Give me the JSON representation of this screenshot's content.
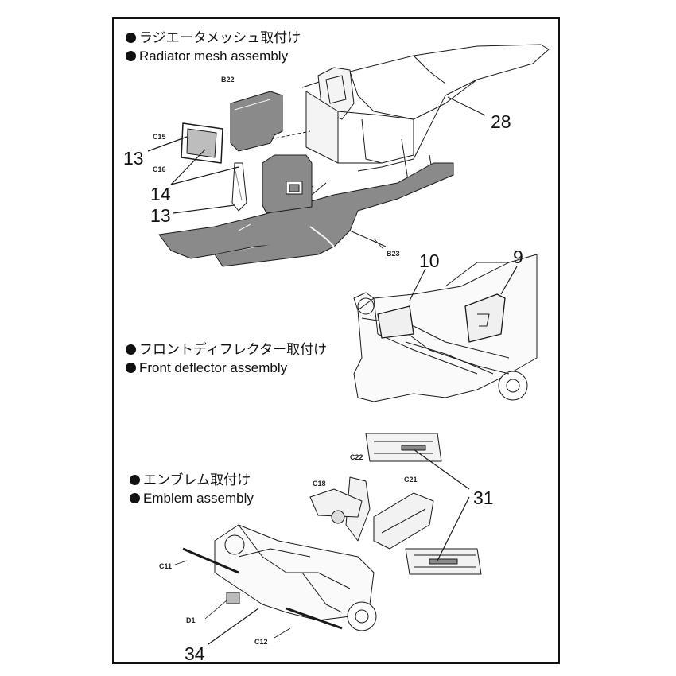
{
  "sections": [
    {
      "title_jp": "ラジエータメッシュ取付け",
      "title_en": "Radiator mesh assembly"
    },
    {
      "title_jp": "フロントディフレクター取付け",
      "title_en": "Front deflector assembly"
    },
    {
      "title_jp": "エンブレム取付け",
      "title_en": "Emblem assembly"
    }
  ],
  "callouts": {
    "c28": "28",
    "c13a": "13",
    "c14": "14",
    "c13b": "13",
    "c10": "10",
    "c9": "9",
    "c31": "31",
    "c34": "34"
  },
  "parts": {
    "B22": "B22",
    "C15": "C15",
    "C16": "C16",
    "B23": "B23",
    "C22": "C22",
    "C18": "C18",
    "C21": "C21",
    "C11": "C11",
    "D1": "D1",
    "C12": "C12"
  },
  "colors": {
    "part_fill": "#8a8a8a",
    "line": "#1a1a1a",
    "hull": "#f4f4f4"
  }
}
